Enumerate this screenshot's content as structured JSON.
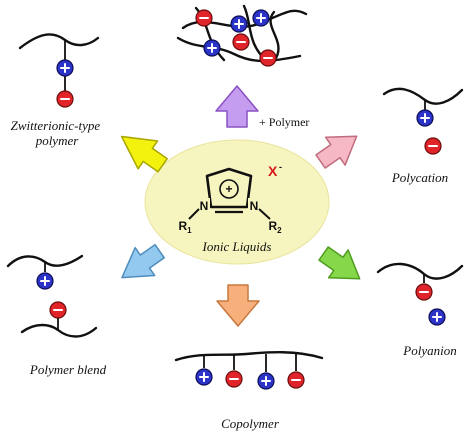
{
  "center": {
    "title": "Ionic Liquids",
    "atom_n": "N",
    "substituent_1": "R",
    "substituent_1_index": "1",
    "substituent_2": "R",
    "substituent_2_index": "2",
    "anion": "X",
    "anion_charge": "-",
    "ring_charge": "+"
  },
  "labels": {
    "plus_polymer": "+ Polymer",
    "zwitterionic_line1": "Zwitterionic-type",
    "zwitterionic_line2": "polymer",
    "polycation": "Polycation",
    "polyanion": "Polyanion",
    "polymer_blend": "Polymer blend",
    "copolymer": "Copolymer"
  },
  "ion_signs": {
    "plus": "+",
    "minus": "−"
  },
  "colors": {
    "cation": "#2b33c9",
    "anion": "#e1242a",
    "center_fill": "#f7f5bf",
    "arrow_top": "#c49cf0",
    "arrow_left": "#f3f20f",
    "arrow_right_top": "#f6b8c4",
    "arrow_right_bottom": "#86d84a",
    "arrow_left_bottom": "#93c9ee",
    "arrow_bottom": "#f7b07b",
    "anion_label": "#d41a1a"
  }
}
